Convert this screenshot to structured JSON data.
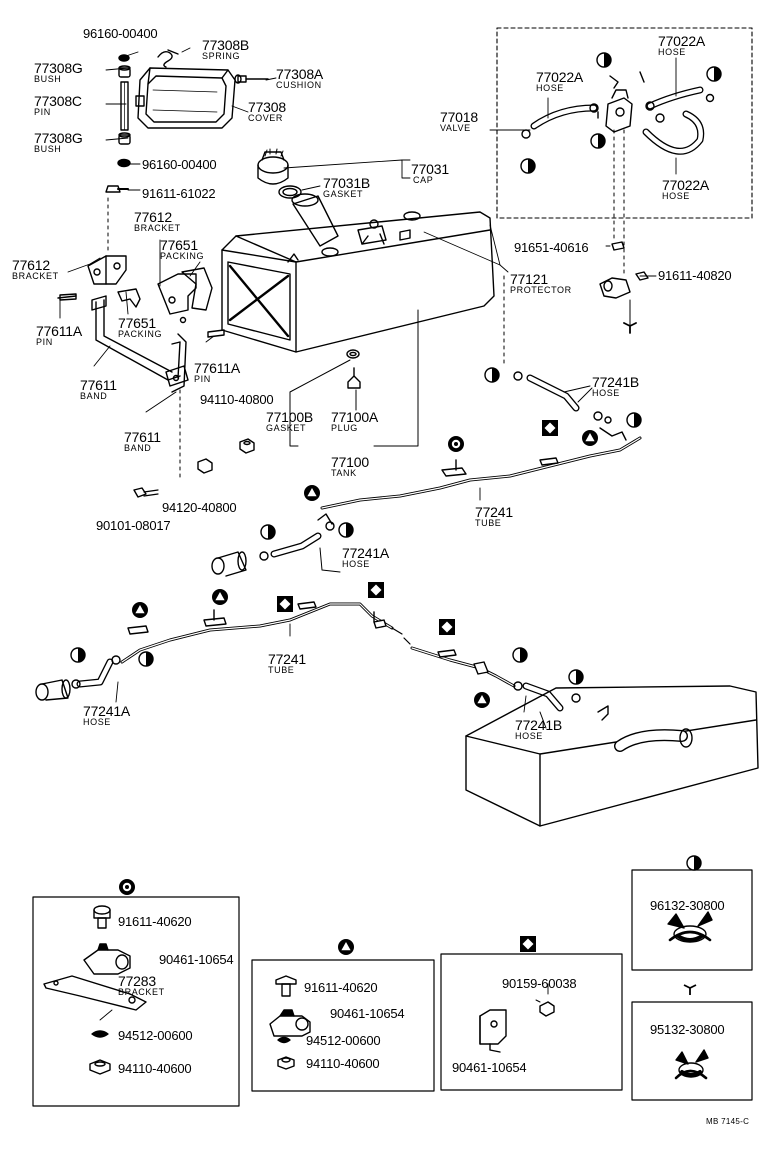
{
  "labels": [
    {
      "id": "p1",
      "part": "96160-00400",
      "name": ""
    },
    {
      "id": "p2",
      "part": "77308B",
      "name": "SPRING"
    },
    {
      "id": "p3",
      "part": "77308G",
      "name": "BUSH"
    },
    {
      "id": "p4",
      "part": "77308A",
      "name": "CUSHION"
    },
    {
      "id": "p5",
      "part": "77308C",
      "name": "PIN"
    },
    {
      "id": "p6",
      "part": "77308",
      "name": "COVER"
    },
    {
      "id": "p7",
      "part": "77308G",
      "name": "BUSH"
    },
    {
      "id": "p8",
      "part": "96160-00400",
      "name": ""
    },
    {
      "id": "p9",
      "part": "77031",
      "name": "CAP"
    },
    {
      "id": "p10",
      "part": "77031B",
      "name": "GASKET"
    },
    {
      "id": "p11",
      "part": "91611-61022",
      "name": ""
    },
    {
      "id": "p12",
      "part": "77612",
      "name": "BRACKET"
    },
    {
      "id": "p13",
      "part": "77651",
      "name": "PACKING"
    },
    {
      "id": "p14",
      "part": "77612",
      "name": "BRACKET"
    },
    {
      "id": "p15",
      "part": "77651",
      "name": "PACKING"
    },
    {
      "id": "p16",
      "part": "77611A",
      "name": "PIN"
    },
    {
      "id": "p17",
      "part": "77611A",
      "name": "PIN"
    },
    {
      "id": "p18",
      "part": "77611",
      "name": "BAND"
    },
    {
      "id": "p19",
      "part": "94110-40800",
      "name": ""
    },
    {
      "id": "p20",
      "part": "77611",
      "name": "BAND"
    },
    {
      "id": "p21",
      "part": "77100B",
      "name": "GASKET"
    },
    {
      "id": "p22",
      "part": "77100A",
      "name": "PLUG"
    },
    {
      "id": "p23",
      "part": "77100",
      "name": "TANK"
    },
    {
      "id": "p24",
      "part": "94120-40800",
      "name": ""
    },
    {
      "id": "p25",
      "part": "90101-08017",
      "name": ""
    },
    {
      "id": "p26",
      "part": "77022A",
      "name": "HOSE"
    },
    {
      "id": "p27",
      "part": "77022A",
      "name": "HOSE"
    },
    {
      "id": "p28",
      "part": "77018",
      "name": "VALVE"
    },
    {
      "id": "p29",
      "part": "77022A",
      "name": "HOSE"
    },
    {
      "id": "p30",
      "part": "91651-40616",
      "name": ""
    },
    {
      "id": "p31",
      "part": "77121",
      "name": "PROTECTOR"
    },
    {
      "id": "p32",
      "part": "91611-40820",
      "name": ""
    },
    {
      "id": "p33",
      "part": "77241B",
      "name": "HOSE"
    },
    {
      "id": "p34",
      "part": "77241",
      "name": "TUBE"
    },
    {
      "id": "p35",
      "part": "77241A",
      "name": "HOSE"
    },
    {
      "id": "p36",
      "part": "77241",
      "name": "TUBE"
    },
    {
      "id": "p37",
      "part": "77241A",
      "name": "HOSE"
    },
    {
      "id": "p38",
      "part": "77241B",
      "name": "HOSE"
    },
    {
      "id": "p39",
      "part": "91611-40620",
      "name": ""
    },
    {
      "id": "p40",
      "part": "90461-10654",
      "name": ""
    },
    {
      "id": "p41",
      "part": "77283",
      "name": "BRACKET"
    },
    {
      "id": "p42",
      "part": "94512-00600",
      "name": ""
    },
    {
      "id": "p43",
      "part": "94110-40600",
      "name": ""
    },
    {
      "id": "p44",
      "part": "91611-40620",
      "name": ""
    },
    {
      "id": "p45",
      "part": "90461-10654",
      "name": ""
    },
    {
      "id": "p46",
      "part": "94512-00600",
      "name": ""
    },
    {
      "id": "p47",
      "part": "94110-40600",
      "name": ""
    },
    {
      "id": "p48",
      "part": "90159-60038",
      "name": ""
    },
    {
      "id": "p49",
      "part": "90461-10654",
      "name": ""
    },
    {
      "id": "p50",
      "part": "96132-30800",
      "name": ""
    },
    {
      "id": "p51",
      "part": "95132-30800",
      "name": ""
    }
  ],
  "footer": {
    "code": "MB 7145-C"
  },
  "symbols": {
    "circle_target": "ring-clamp-symbol",
    "triangle": "triangle-clamp-symbol",
    "diamond": "diamond-clamp-symbol",
    "half_circle": "half-circle-clip-symbol",
    "cross": "cross-clip-symbol"
  }
}
